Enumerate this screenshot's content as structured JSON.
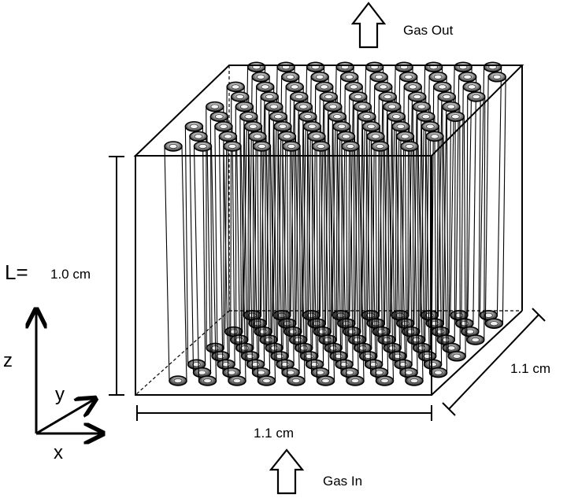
{
  "labels": {
    "gas_out": "Gas Out",
    "gas_in": "Gas In",
    "length_prefix": "L=",
    "length_value": "1.0 cm",
    "width_x": "1.1 cm",
    "depth_y": "1.1 cm",
    "axis_z": "z",
    "axis_y": "y",
    "axis_x": "x"
  },
  "array": {
    "columns": 9,
    "rows": 9,
    "staggered": true
  },
  "colors": {
    "line": "#000000",
    "background": "#ffffff",
    "tube_shade": "#9a9a9a"
  }
}
